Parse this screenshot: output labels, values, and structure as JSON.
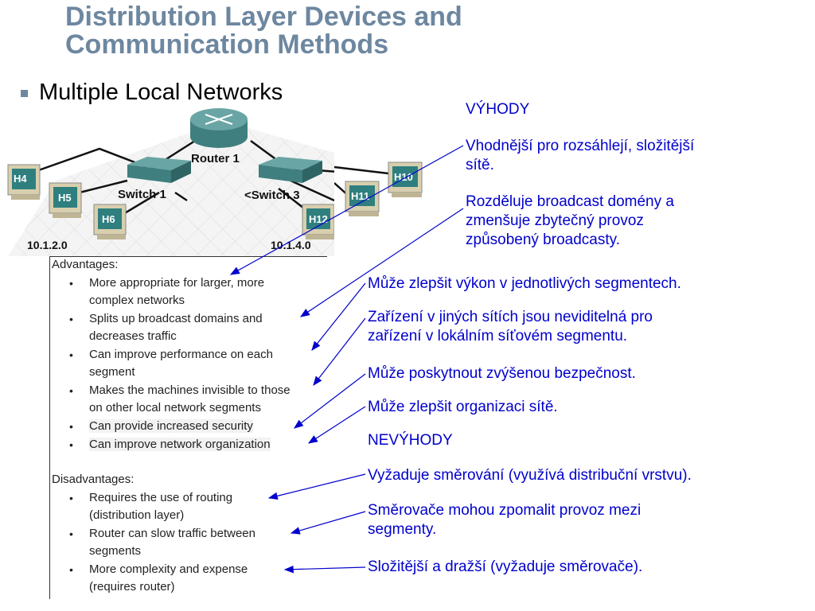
{
  "title": {
    "line1": "Distribution Layer Devices and",
    "line2": "Communication Methods"
  },
  "bullet": {
    "text": "Multiple Local Networks"
  },
  "network": {
    "router": "Router 1",
    "switch_left": "Switch 1",
    "switch_right": "<Switch 3",
    "hosts": [
      "H4",
      "H5",
      "H6",
      "H10",
      "H11",
      "H12"
    ],
    "subnet_left": "10.1.2.0",
    "subnet_right": "10.1.4.0"
  },
  "panel": {
    "advantages_header": "Advantages:",
    "advantages": [
      [
        "More appropriate for larger, more",
        "complex networks"
      ],
      [
        "Splits up broadcast domains and",
        "decreases traffic"
      ],
      [
        "Can improve performance on each",
        "segment"
      ],
      [
        "Makes the machines invisible to those",
        "on other local network segments"
      ],
      [
        "Can provide increased security"
      ],
      [
        "Can improve network organization"
      ]
    ],
    "disadvantages_header": "Disadvantages:",
    "disadvantages": [
      [
        "Requires the use of routing",
        "(distribution layer)"
      ],
      [
        "Router can slow traffic between",
        "segments"
      ],
      [
        "More complexity and expense",
        "(requires router)"
      ]
    ],
    "bullet_char": "•"
  },
  "czech": {
    "vyhody": "VÝHODY",
    "v1": [
      "Vhodnější pro rozsáhlejí, složitější",
      "sítě."
    ],
    "v2": [
      "Rozděluje broadcast domény a",
      "zmenšuje zbytečný provoz",
      "způsobený broadcasty."
    ],
    "v3": "Může zlepšit výkon v jednotlivých segmentech.",
    "v4": [
      "Zařízení v jiných sítích jsou neviditelná pro",
      "zařízení v lokálním síťovém segmentu."
    ],
    "v5": "Může poskytnout zvýšenou bezpečnost.",
    "v6": "Může zlepšit organizaci sítě.",
    "nevyhody": "NEVÝHODY",
    "n1": "Vyžaduje směrování (využívá distribuční vrstvu).",
    "n2": [
      "Směrovače mohou zpomalit provoz mezi",
      "segmenty."
    ],
    "n3": "Složitější a dražší (vyžaduje směrovače)."
  },
  "colors": {
    "title": "#6d87a0",
    "czech_text": "#0000cc",
    "arrow": "#0000cc",
    "device_teal": "#3f7f7f",
    "computer_beige": "#d8cfae",
    "screen_teal": "#2f7f7f"
  }
}
